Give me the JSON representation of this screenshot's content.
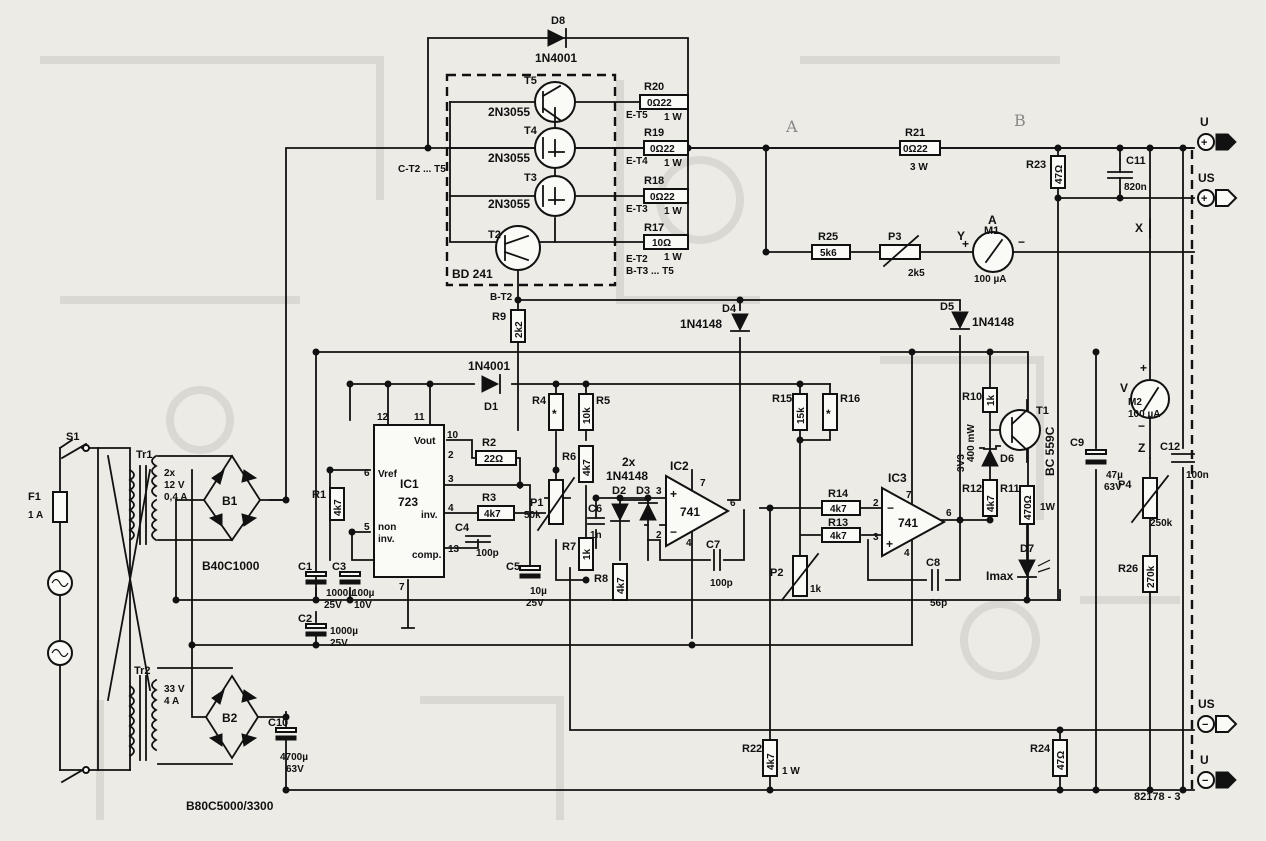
{
  "colors": {
    "background": "#ecebe6",
    "ink": "#111111"
  },
  "footer": {
    "drawing_number": "82178 - 3"
  },
  "pencil_marks": {
    "a": "A",
    "b": "B"
  },
  "terminals": {
    "u_plus": "U",
    "us_plus": "US",
    "us_minus": "US",
    "u_minus": "U",
    "plus": "+",
    "minus": "−"
  },
  "nodes": {
    "x": "X",
    "y": "Y",
    "z": "Z"
  },
  "mains": {
    "f1": "F1",
    "f1_val": "1 A",
    "s1": "S1"
  },
  "tr1": {
    "ref": "Tr1",
    "v1": "2x",
    "v2": "12 V",
    "v3": "0,4 A"
  },
  "tr2": {
    "ref": "Tr2",
    "v1": "33 V",
    "v2": "4 A"
  },
  "b1": {
    "ref": "B1",
    "val": "B40C1000"
  },
  "b2": {
    "ref": "B2",
    "val": "B80C5000/3300"
  },
  "c1": {
    "ref": "C1",
    "v1": "1000µ",
    "v2": "25V"
  },
  "c2": {
    "ref": "C2",
    "v1": "1000µ",
    "v2": "25V"
  },
  "c3": {
    "ref": "C3",
    "v1": "100µ",
    "v2": "10V"
  },
  "c4": {
    "ref": "C4",
    "val": "100p"
  },
  "c5": {
    "ref": "C5",
    "v1": "10µ",
    "v2": "25V"
  },
  "c6": {
    "ref": "C6",
    "val": "1n"
  },
  "c7": {
    "ref": "C7",
    "val": "100p"
  },
  "c8": {
    "ref": "C8",
    "val": "56p"
  },
  "c9": {
    "ref": "C9",
    "v1": "47µ",
    "v2": "63V"
  },
  "c10": {
    "ref": "C10",
    "v1": "4700µ",
    "v2": "63V"
  },
  "c11": {
    "ref": "C11",
    "val": "820n"
  },
  "c12": {
    "ref": "C12",
    "val": "100n"
  },
  "ic1": {
    "ref": "IC1",
    "type": "723",
    "vout": "Vout",
    "vref": "Vref",
    "inv": "inv.",
    "noninv1": "non",
    "noninv2": "inv.",
    "comp": "comp.",
    "p10": "10",
    "p12": "12",
    "p11": "11",
    "p6": "6",
    "p5": "5",
    "p3": "3",
    "p4": "4",
    "p13": "13",
    "p7": "7",
    "p2": "2"
  },
  "ic2": {
    "ref": "IC2",
    "type": "741",
    "plus": "+",
    "minus": "−",
    "p3": "3",
    "p2": "2",
    "p6": "6",
    "p7": "7",
    "p4": "4"
  },
  "ic3": {
    "ref": "IC3",
    "type": "741",
    "plus": "+",
    "minus": "−",
    "p2": "2",
    "p3": "3",
    "p6": "6",
    "p7": "7",
    "p4": "4"
  },
  "r1": {
    "ref": "R1",
    "val": "4k7"
  },
  "r2": {
    "ref": "R2",
    "val": "22Ω"
  },
  "r3": {
    "ref": "R3",
    "val": "4k7"
  },
  "r4": {
    "ref": "R4",
    "val": "*"
  },
  "r5": {
    "ref": "R5",
    "val": "10k"
  },
  "r6": {
    "ref": "R6",
    "val": "4k7"
  },
  "r7": {
    "ref": "R7",
    "val": "1k"
  },
  "r8": {
    "ref": "R8",
    "val": "4k7"
  },
  "r9": {
    "ref": "R9",
    "val": "2k2"
  },
  "r10": {
    "ref": "R10",
    "val": "1k"
  },
  "r11": {
    "ref": "R11",
    "val": "470Ω",
    "w": "1W"
  },
  "r12": {
    "ref": "R12",
    "val": "4k7"
  },
  "r13": {
    "ref": "R13",
    "val": "4k7"
  },
  "r14": {
    "ref": "R14",
    "val": "4k7"
  },
  "r15": {
    "ref": "R15",
    "val": "15k"
  },
  "r16": {
    "ref": "R16",
    "val": "*"
  },
  "r17": {
    "ref": "R17",
    "val": "10Ω",
    "w": "1 W"
  },
  "r18": {
    "ref": "R18",
    "val": "0Ω22",
    "w": "1 W"
  },
  "r19": {
    "ref": "R19",
    "val": "0Ω22",
    "w": "1 W"
  },
  "r20": {
    "ref": "R20",
    "val": "0Ω22",
    "w": "1 W"
  },
  "r21": {
    "ref": "R21",
    "val": "0Ω22",
    "w": "3 W"
  },
  "r22": {
    "ref": "R22",
    "val": "4k7",
    "w": "1 W"
  },
  "r23": {
    "ref": "R23",
    "val": "47Ω"
  },
  "r24": {
    "ref": "R24",
    "val": "47Ω"
  },
  "r25": {
    "ref": "R25",
    "val": "5k6"
  },
  "r26": {
    "ref": "R26",
    "val": "270k"
  },
  "p1": {
    "ref": "P1",
    "val": "50k"
  },
  "p2": {
    "ref": "P2",
    "val": "1k"
  },
  "p3": {
    "ref": "P3",
    "val": "2k5"
  },
  "p4": {
    "ref": "P4",
    "val": "250k"
  },
  "d1": {
    "ref": "D1",
    "val": "1N4001"
  },
  "d2": {
    "ref": "D2",
    "val": "1N4148",
    "qty": "2x"
  },
  "d3": {
    "ref": "D3"
  },
  "d4": {
    "ref": "D4",
    "val": "1N4148"
  },
  "d5": {
    "ref": "D5",
    "val": "1N4148"
  },
  "d6": {
    "ref": "D6",
    "v1": "400 mW",
    "v2": "3V3"
  },
  "d7": {
    "ref": "D7",
    "val": "Imax"
  },
  "d8": {
    "ref": "D8",
    "val": "1N4001"
  },
  "t1": {
    "ref": "T1",
    "val": "BC 559C"
  },
  "t2": {
    "ref": "T2",
    "val": "BD 241"
  },
  "t3": {
    "ref": "T3",
    "val": "2N3055"
  },
  "t4": {
    "ref": "T4",
    "val": "2N3055"
  },
  "t5": {
    "ref": "T5",
    "val": "2N3055"
  },
  "m1": {
    "ref": "M1",
    "letter": "A",
    "val": "100 µA"
  },
  "m2": {
    "ref": "M2",
    "letter": "V",
    "val": "100 µA"
  },
  "points": {
    "ct2": "C-T2 ... T5",
    "et5": "E-T5",
    "et4": "E-T4",
    "et3": "E-T3",
    "et2": "E-T2",
    "bt3": "B-T3 ... T5",
    "bt2": "B-T2"
  }
}
